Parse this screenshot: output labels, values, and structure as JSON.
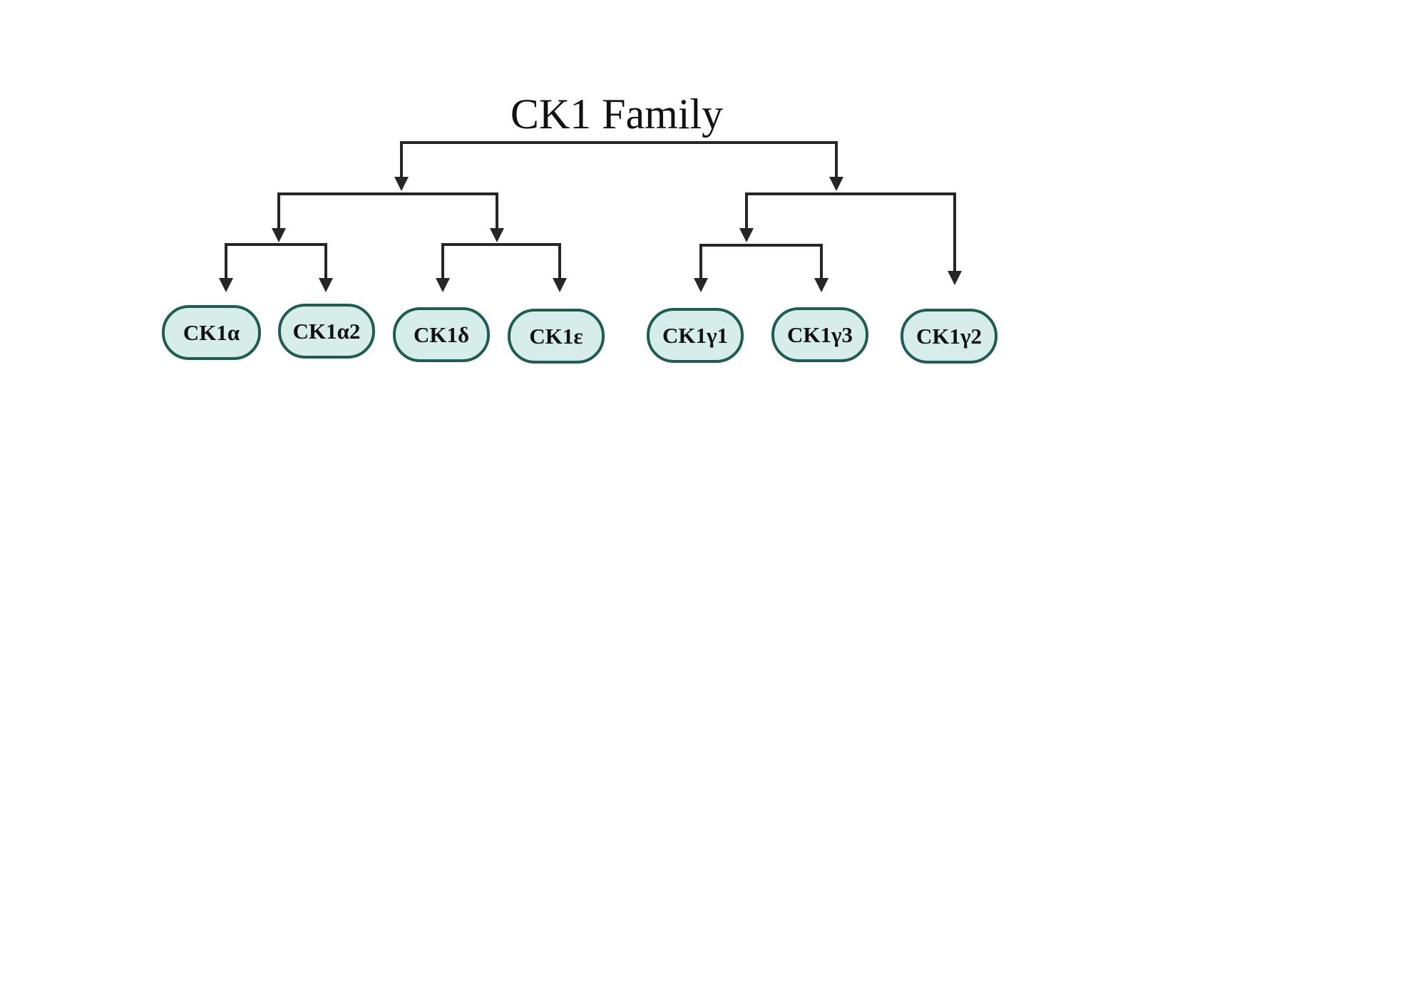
{
  "title": "CK1 Family",
  "colors": {
    "node_fill": "#d7ede9",
    "node_border": "#1f5c52",
    "connector": "#262626"
  },
  "nodes": [
    {
      "label": "CK1α"
    },
    {
      "label": "CK1α2"
    },
    {
      "label": "CK1δ"
    },
    {
      "label": "CK1ε"
    },
    {
      "label": "CK1γ1"
    },
    {
      "label": "CK1γ3"
    },
    {
      "label": "CK1γ2"
    }
  ]
}
